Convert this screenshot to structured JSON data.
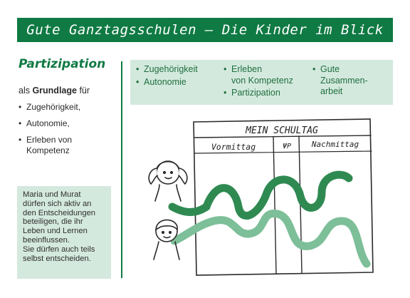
{
  "banner": {
    "title": "Gute Ganztagsschulen – Die Kinder im Blick"
  },
  "left": {
    "heading": "Partizipation",
    "intro_prefix": "als ",
    "intro_bold": "Grundlage",
    "intro_suffix": " für",
    "bullets": [
      "Zugehörigkeit,",
      "Autonomie,",
      "Erleben von Kompetenz"
    ],
    "note_lines": [
      "Maria und Murat",
      "dürfen sich aktiv an",
      "den Entscheidungen",
      "beteiligen, die ihr",
      "Leben und Lernen",
      "beeinflussen.",
      "Sie dürfen auch teils",
      "selbst entscheiden."
    ]
  },
  "top_box": {
    "col1": [
      "Zugehörigkeit",
      "Autonomie"
    ],
    "col2": [
      "Erleben",
      "von Kompetenz",
      "Partizipation"
    ],
    "col3": [
      "Gute",
      "Zusammen-",
      "arbeit"
    ]
  },
  "schedule": {
    "title": "MEIN SCHULTAG",
    "morning": "Vormittag",
    "lunch_symbol": "ΨΡ",
    "afternoon": "Nachmittag"
  },
  "colors": {
    "brand_green": "#0f7a43",
    "light_green": "#d4e9de",
    "path_dark": "#2f8a52",
    "path_light": "#7dbf98"
  }
}
